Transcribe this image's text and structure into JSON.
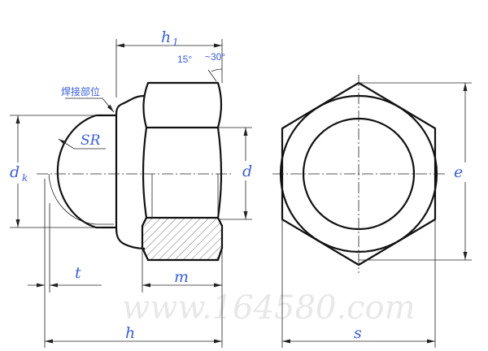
{
  "title": "Cap nut dimension drawing",
  "labels": {
    "h1": "h",
    "h1_sub": "1",
    "angle_15": "15°",
    "angle_30": "~30°",
    "weld_position": "焊接部位",
    "sr": "SR",
    "dk": "d",
    "dk_sub": "k",
    "d": "d",
    "e": "e",
    "t": "t",
    "m": "m",
    "h": "h",
    "s": "s"
  },
  "watermark": "www.164580.com",
  "colors": {
    "label": "#3a5fd8",
    "line": "#111111"
  }
}
